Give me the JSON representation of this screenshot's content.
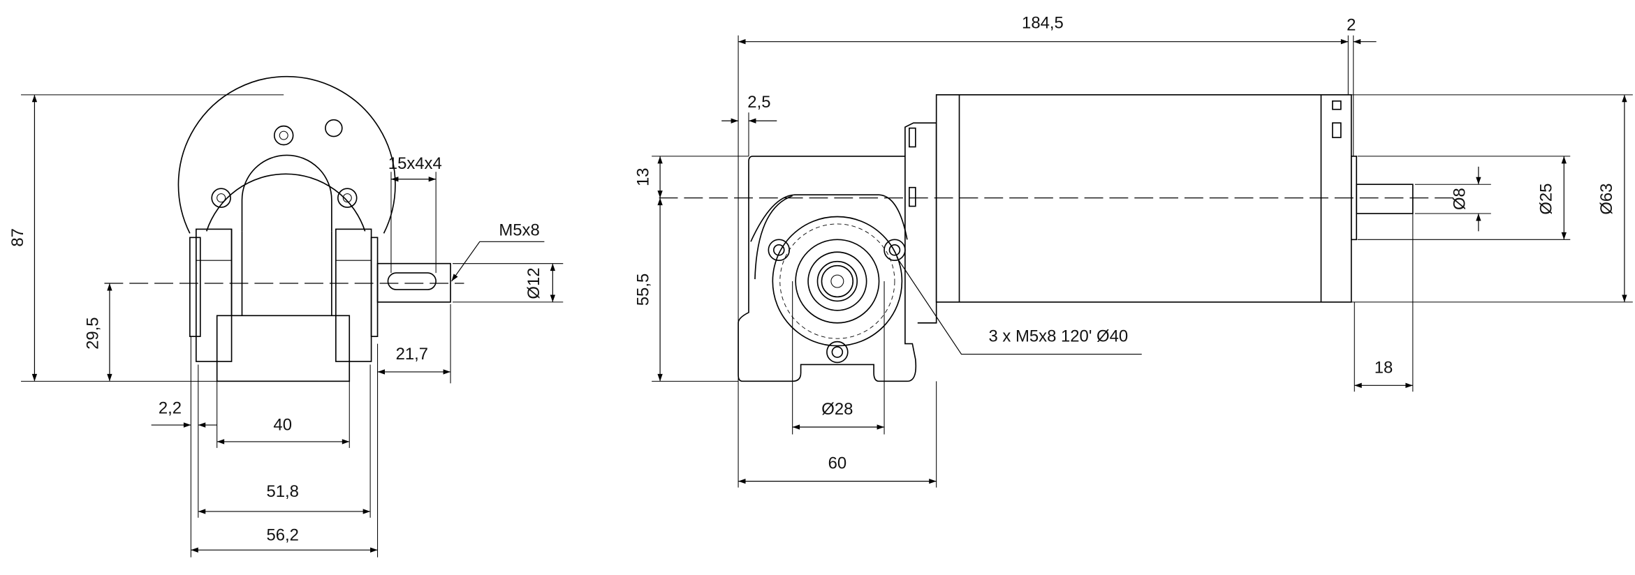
{
  "drawing": {
    "line_color": "#000000",
    "background": "#ffffff",
    "front_view": {
      "dimensions": {
        "total_height": "87",
        "shaft_height": "29,5",
        "key": "15x4x4",
        "thread": "M5x8",
        "shaft_diameter": "Ø12",
        "shaft_length": "21,7",
        "offset": "2,2",
        "base_width": "40",
        "inner_width": "51,8",
        "outer_width": "56,2"
      }
    },
    "side_view": {
      "dimensions": {
        "total_length": "184,5",
        "rear_shaft_offset": "2",
        "flange_offset": "2,5",
        "top_to_axis": "13",
        "axis_to_base": "55,5",
        "mounting_holes": "3 x M5x8 120' Ø40",
        "pilot_diameter": "Ø28",
        "gearbox_width": "60",
        "rear_shaft_length": "18",
        "rear_shaft_diameter": "Ø8",
        "rear_boss_diameter": "Ø25",
        "motor_diameter": "Ø63"
      }
    }
  }
}
